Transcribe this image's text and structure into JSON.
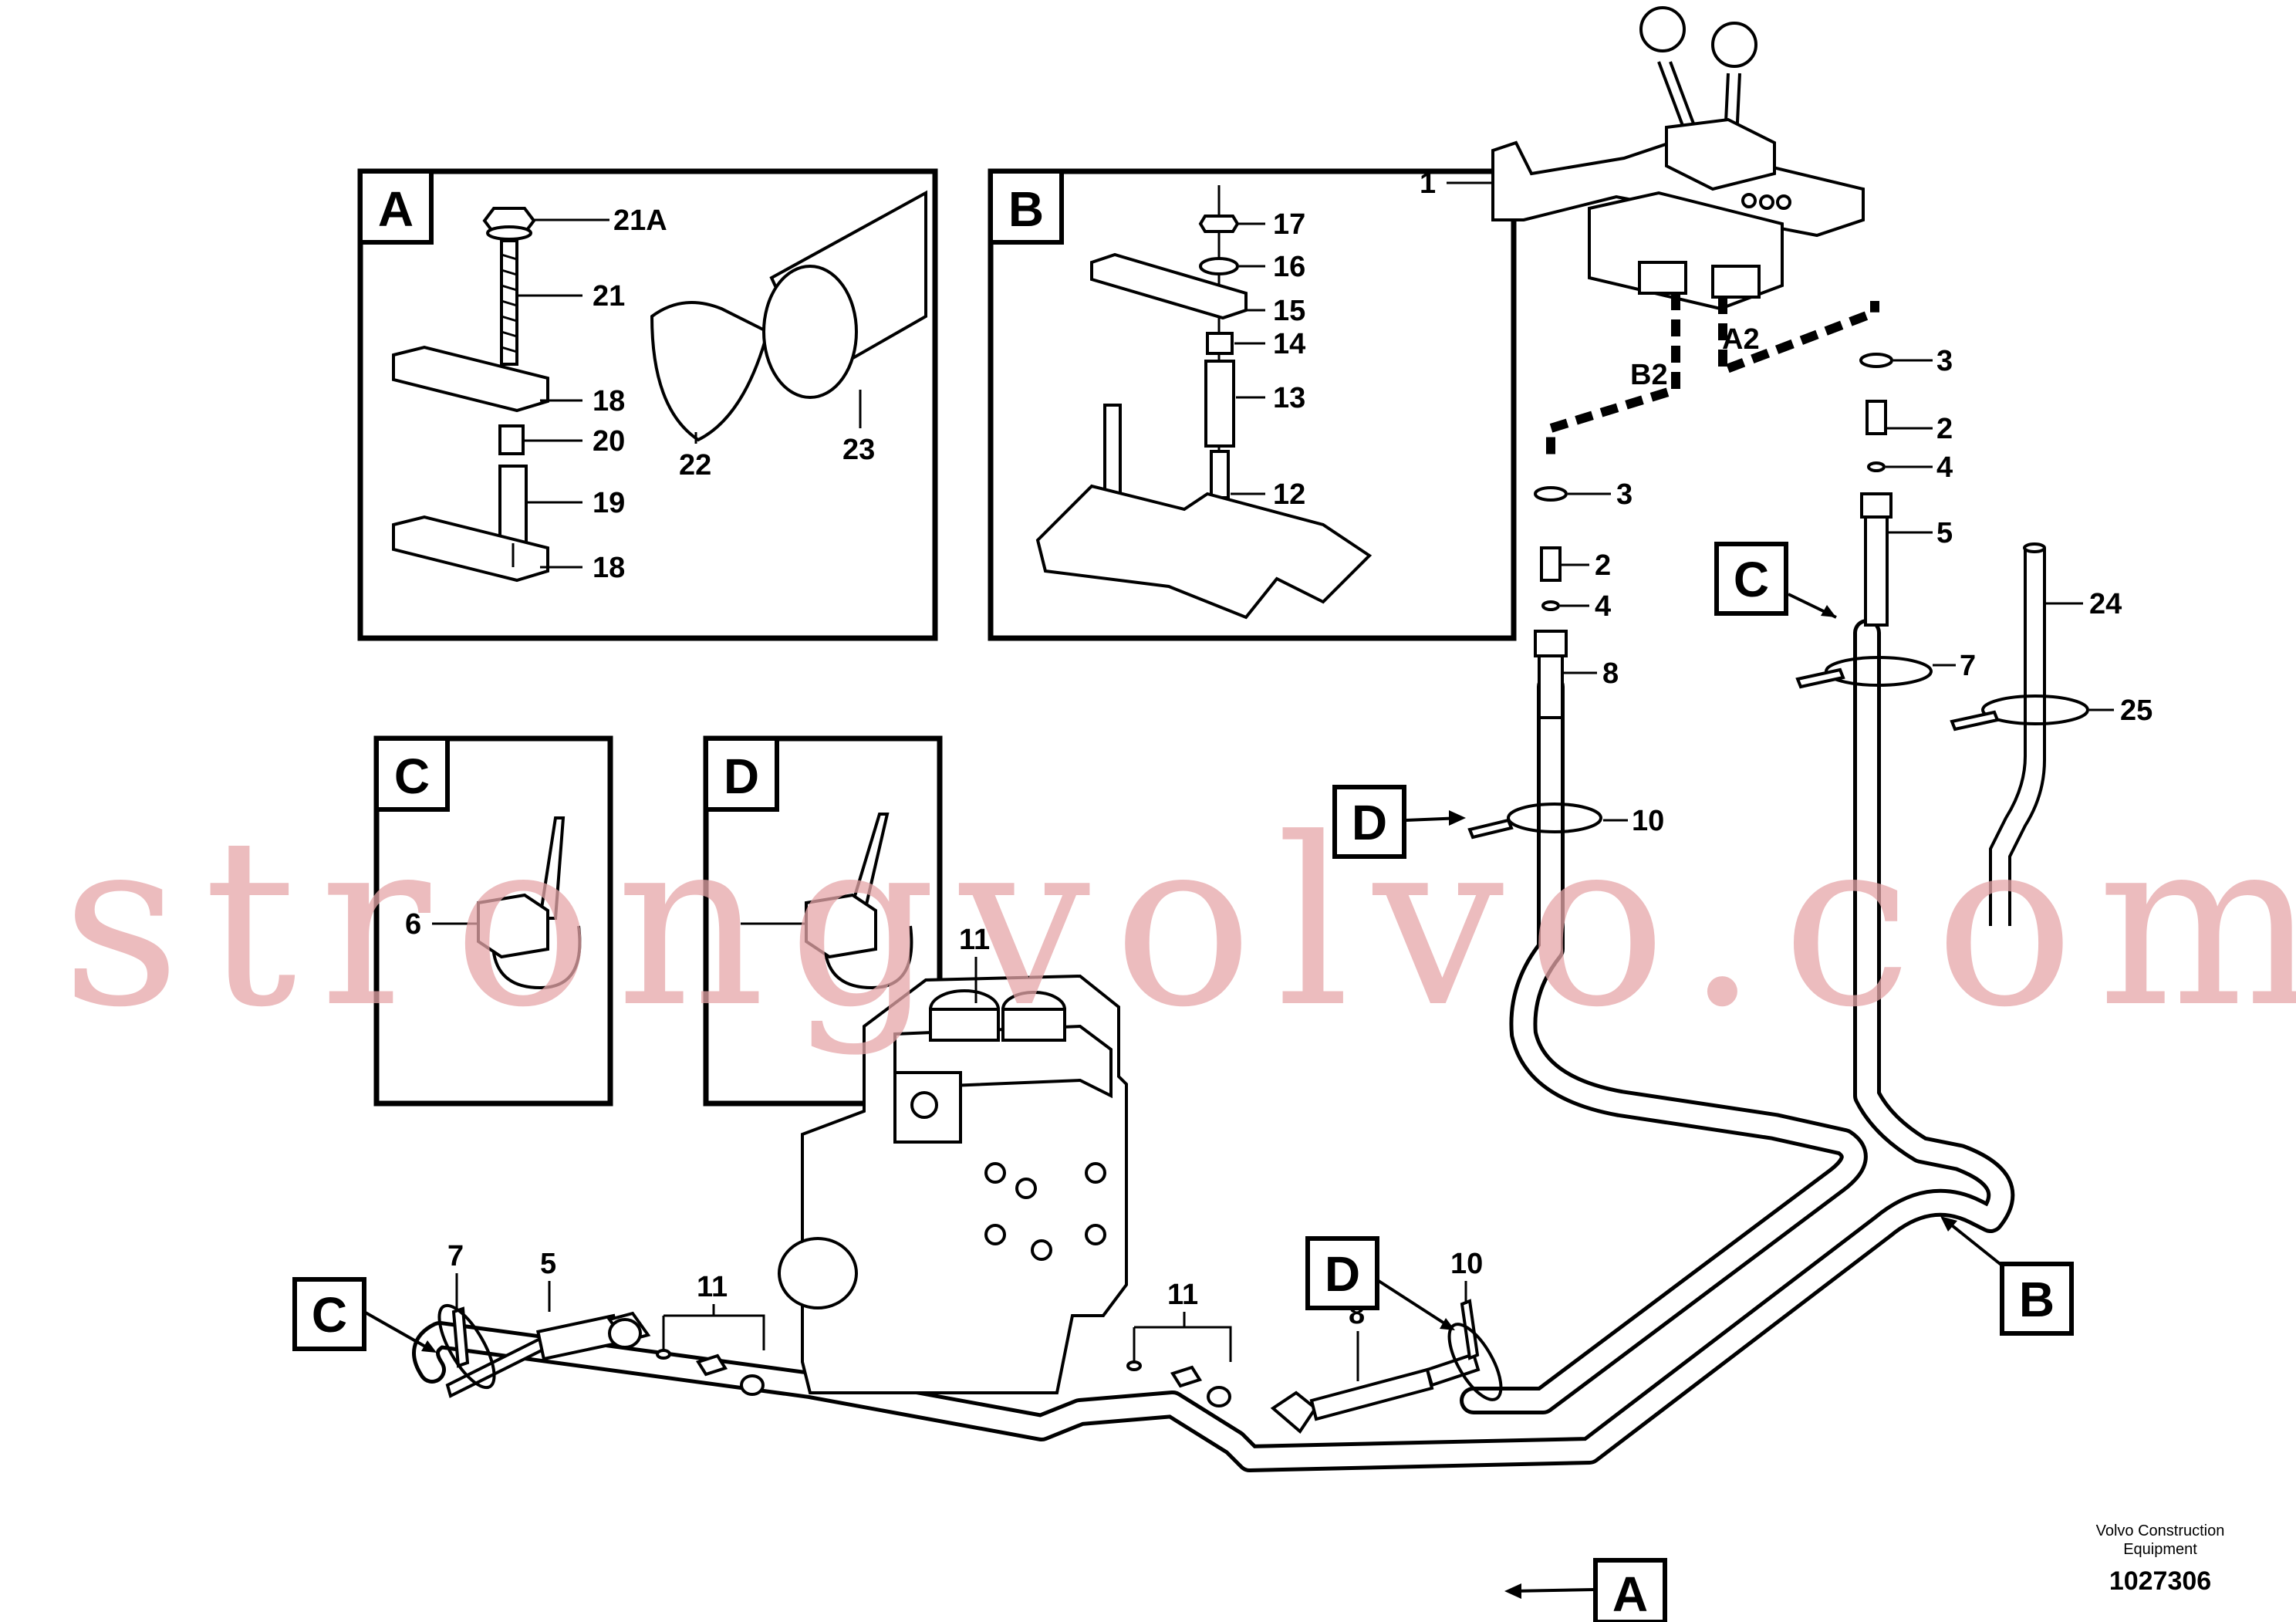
{
  "watermark": "strongvolvo.com",
  "credit": {
    "line1": "Volvo Construction",
    "line2": "Equipment"
  },
  "doc_number": "1027306",
  "detail_boxes": {
    "A": {
      "letter": "A",
      "labels": [
        "21A",
        "21",
        "18",
        "20",
        "19",
        "18",
        "22",
        "23"
      ]
    },
    "B": {
      "letter": "B",
      "labels": [
        "17",
        "16",
        "15",
        "14",
        "13",
        "12"
      ]
    },
    "C": {
      "letter": "C",
      "labels": [
        "6"
      ]
    },
    "D": {
      "letter": "D"
    }
  },
  "callout_letters": {
    "C_top": "C",
    "D_mid": "D",
    "B_right": "B",
    "C_left": "C",
    "D_low": "D",
    "A_bottom": "A"
  },
  "port_labels": {
    "b2": "B2",
    "a2": "A2"
  },
  "part_numbers": {
    "p1": "1",
    "p3a": "3",
    "p2a": "2",
    "p4a": "4",
    "p5a": "5",
    "p3b": "3",
    "p2b": "2",
    "p4b": "4",
    "p8a": "8",
    "p10a": "10",
    "p7a": "7",
    "p24": "24",
    "p25": "25",
    "p11top": "11",
    "p7b": "7",
    "p5b": "5",
    "p11a": "11",
    "p11b": "11",
    "p8b": "8",
    "p10b": "10"
  }
}
